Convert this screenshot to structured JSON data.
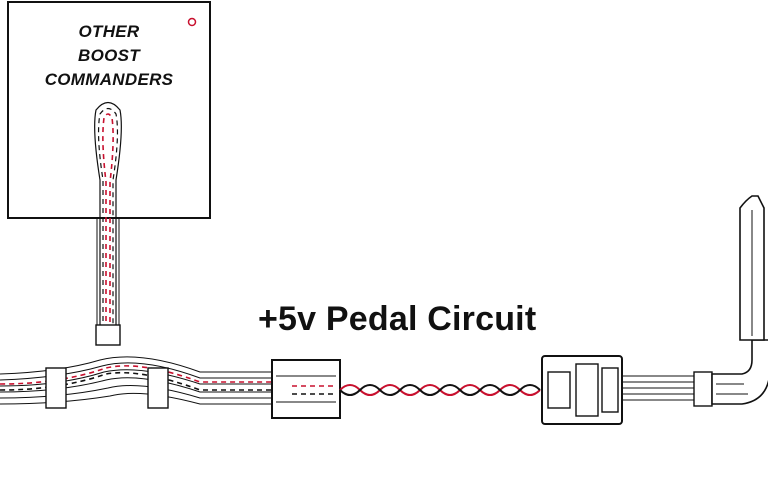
{
  "module_box": {
    "label_lines": [
      "OTHER",
      "BOOST",
      "COMMANDERS"
    ]
  },
  "circuit_label": "+5v Pedal Circuit",
  "colors": {
    "stroke": "#111111",
    "red_wire": "#c8102e",
    "black_wire": "#111111",
    "fill": "#ffffff"
  }
}
